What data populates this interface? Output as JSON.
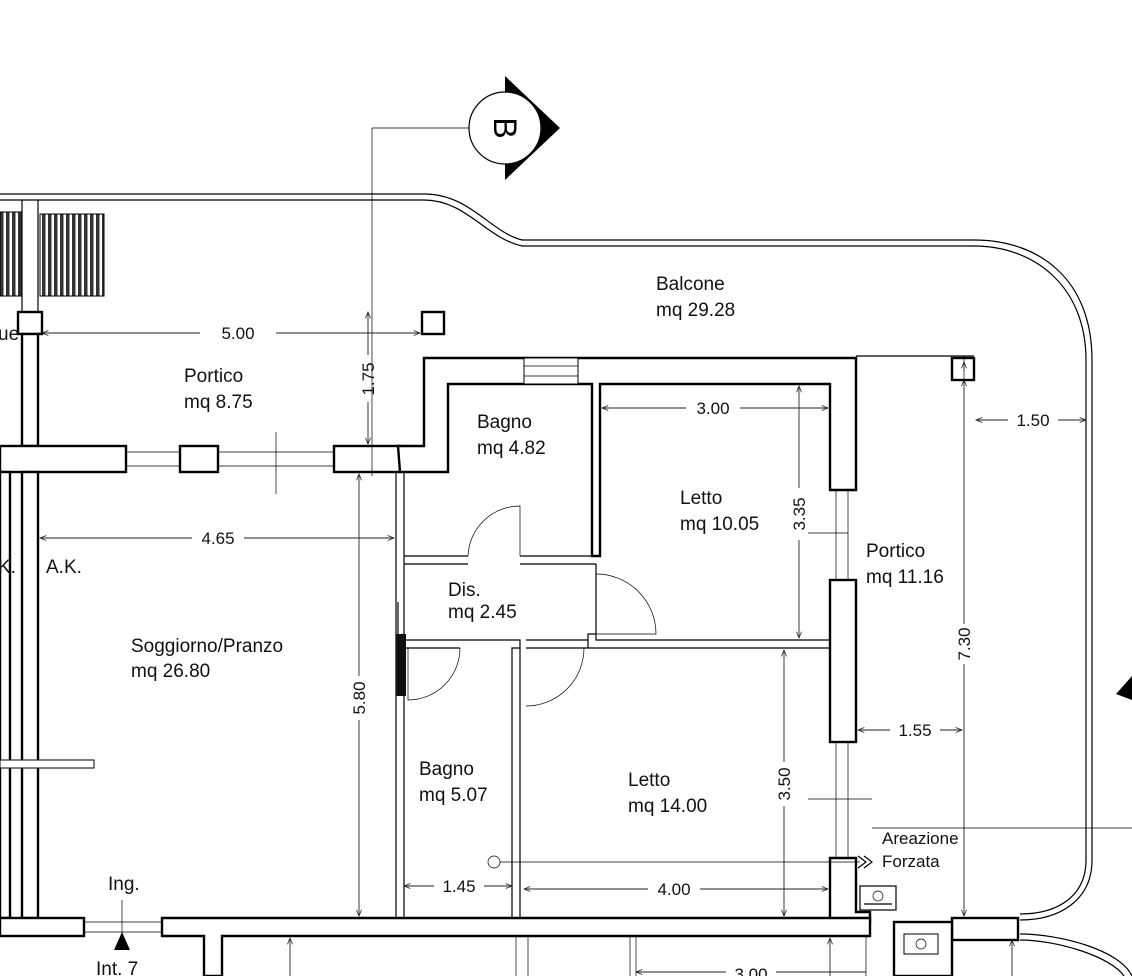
{
  "section_marker": {
    "letter": "B"
  },
  "rooms": {
    "balcone": {
      "name": "Balcone",
      "area": "mq 29.28"
    },
    "portico_a": {
      "name": "Portico",
      "area": "mq 8.75"
    },
    "bagno_a": {
      "name": "Bagno",
      "area": "mq 4.82"
    },
    "letto_a": {
      "name": "Letto",
      "area": "mq 10.05"
    },
    "portico_b": {
      "name": "Portico",
      "area": "mq 11.16"
    },
    "dis": {
      "name": "Dis.",
      "area": "mq 2.45"
    },
    "soggiorno": {
      "name": "Soggiorno/Pranzo",
      "area": "mq 26.80"
    },
    "bagno_b": {
      "name": "Bagno",
      "area": "mq 5.07"
    },
    "letto_b": {
      "name": "Letto",
      "area": "mq 14.00"
    }
  },
  "dimensions": {
    "portico_width": "5.00",
    "portico_depth": "1.75",
    "letto_a_width": "3.00",
    "letto_a_depth": "3.35",
    "balcone_depth": "1.50",
    "soggiorno_width": "4.65",
    "soggiorno_depth": "5.80",
    "portico_b_depth": "7.30",
    "portico_b_width": "1.55",
    "letto_b_depth": "3.50",
    "bagno_b_width": "1.45",
    "letto_b_width": "4.00",
    "bottom_partial": "3.00"
  },
  "labels": {
    "ak_left": "K.",
    "ak": "A.K.",
    "cut_left": "ue",
    "areazione_1": "Areazione",
    "areazione_2": "Forzata",
    "entrance": "Ing.",
    "unit": "Int. 7"
  }
}
